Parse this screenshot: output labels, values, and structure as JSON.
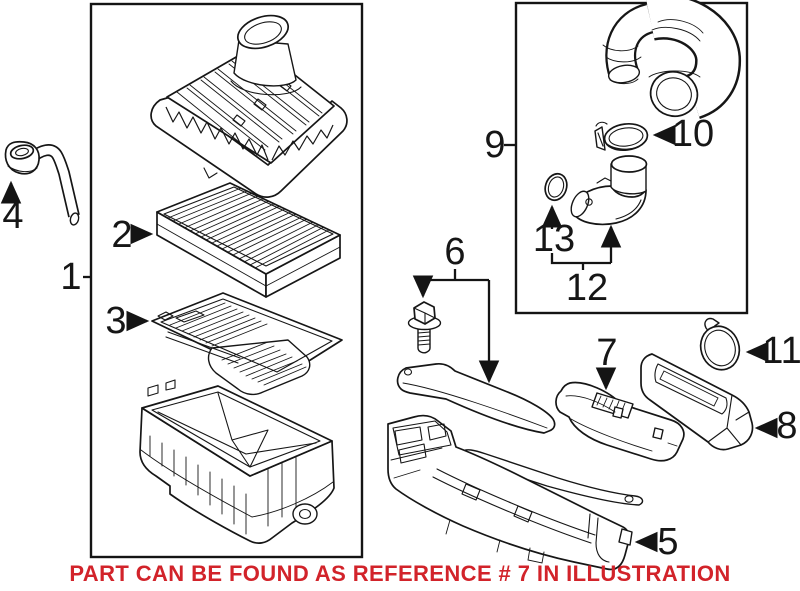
{
  "figure": {
    "background_color": "#ffffff",
    "line_color": "#161616",
    "callouts": {
      "c1": "1",
      "c2": "2",
      "c3": "3",
      "c4": "4",
      "c5": "5",
      "c6": "6",
      "c7": "7",
      "c8": "8",
      "c9": "9",
      "c10": "10",
      "c11": "11",
      "c12": "12",
      "c13": "13"
    },
    "caption": {
      "text": "PART CAN BE FOUND AS REFERENCE # 7 IN ILLUSTRATION",
      "color": "#d2232a"
    }
  }
}
